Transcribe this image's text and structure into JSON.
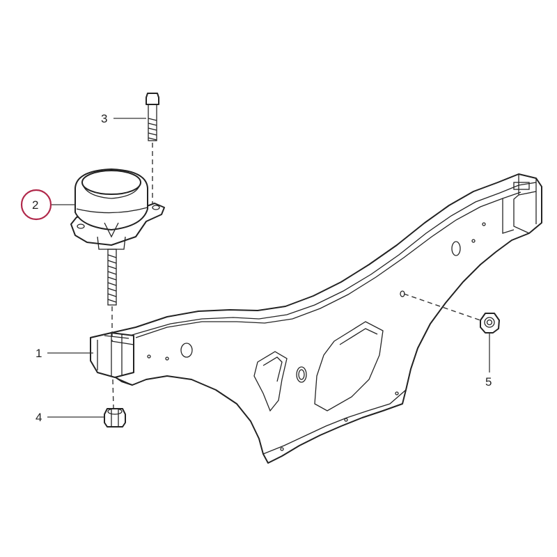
{
  "callouts": [
    {
      "id": "1",
      "label": "1",
      "part": "subframe-crossmember"
    },
    {
      "id": "2",
      "label": "2",
      "part": "engine-mount",
      "highlighted": true
    },
    {
      "id": "3",
      "label": "3",
      "part": "bolt"
    },
    {
      "id": "4",
      "label": "4",
      "part": "lower-nut"
    },
    {
      "id": "5",
      "label": "5",
      "part": "side-nut"
    }
  ],
  "colors": {
    "line": "#222222",
    "highlight_circle": "#b0284a",
    "fill": "#ffffff"
  }
}
